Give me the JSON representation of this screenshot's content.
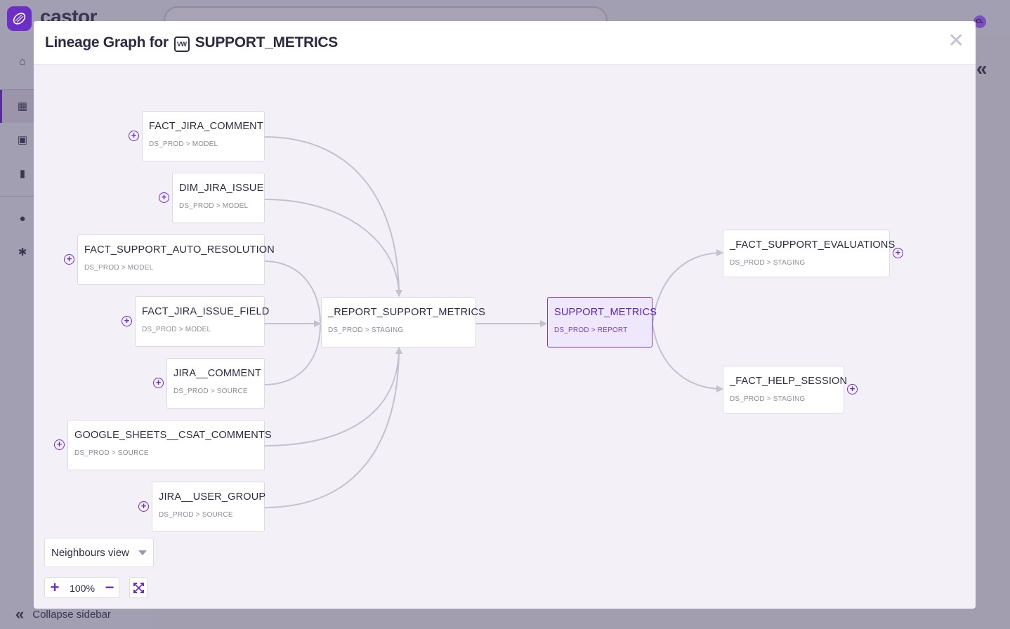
{
  "app": {
    "brand": "castor",
    "avatar_initials": "CL",
    "collapse_label": "Collapse sidebar"
  },
  "modal": {
    "title_prefix": "Lineage Graph for",
    "view_badge": "VW",
    "title_entity": "SUPPORT_METRICS",
    "close_glyph": "✕"
  },
  "graph": {
    "upstream": [
      {
        "name": "FACT_JIRA_COMMENT",
        "path": "DS_PROD > MODEL"
      },
      {
        "name": "DIM_JIRA_ISSUE",
        "path": "DS_PROD > MODEL"
      },
      {
        "name": "FACT_SUPPORT_AUTO_RESOLUTION",
        "path": "DS_PROD > MODEL"
      },
      {
        "name": "FACT_JIRA_ISSUE_FIELD",
        "path": "DS_PROD > MODEL"
      },
      {
        "name": "JIRA__COMMENT",
        "path": "DS_PROD > SOURCE"
      },
      {
        "name": "GOOGLE_SHEETS__CSAT_COMMENTS",
        "path": "DS_PROD > SOURCE"
      },
      {
        "name": "JIRA__USER_GROUP",
        "path": "DS_PROD > SOURCE"
      }
    ],
    "middle": {
      "name": "_REPORT_SUPPORT_METRICS",
      "path": "DS_PROD > STAGING"
    },
    "selected": {
      "name": "SUPPORT_METRICS",
      "path": "DS_PROD > REPORT"
    },
    "downstream": [
      {
        "name": "_FACT_SUPPORT_EVALUATIONS",
        "path": "DS_PROD > STAGING"
      },
      {
        "name": "_FACT_HELP_SESSION",
        "path": "DS_PROD > STAGING"
      }
    ],
    "expand_glyph": "+"
  },
  "controls": {
    "view_mode": "Neighbours view",
    "zoom_in": "+",
    "zoom_level": "100%",
    "zoom_out": "−"
  },
  "colors": {
    "accent": "#6b2fc5",
    "edge": "#c4c0d0",
    "selected_bg": "#efe7fb"
  }
}
